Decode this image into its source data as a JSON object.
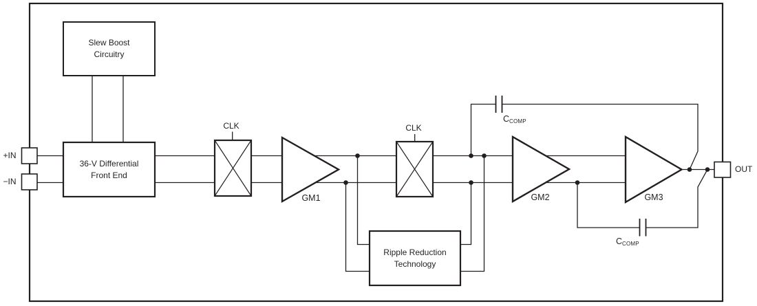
{
  "pins": {
    "plus_in": "+IN",
    "minus_in": "−IN",
    "out": "OUT"
  },
  "blocks": {
    "slew_boost": {
      "line1": "Slew Boost",
      "line2": "Circuitry"
    },
    "front_end": {
      "line1": "36-V Differential",
      "line2": "Front End"
    },
    "ripple": {
      "line1": "Ripple Reduction",
      "line2": "Technology"
    }
  },
  "amplifiers": {
    "gm1": "GM1",
    "gm2": "GM2",
    "gm3": "GM3"
  },
  "clock_label": "CLK",
  "capacitor_label": {
    "main": "C",
    "sub": "COMP"
  },
  "colors": {
    "line": "#231f20",
    "background": "#ffffff"
  }
}
